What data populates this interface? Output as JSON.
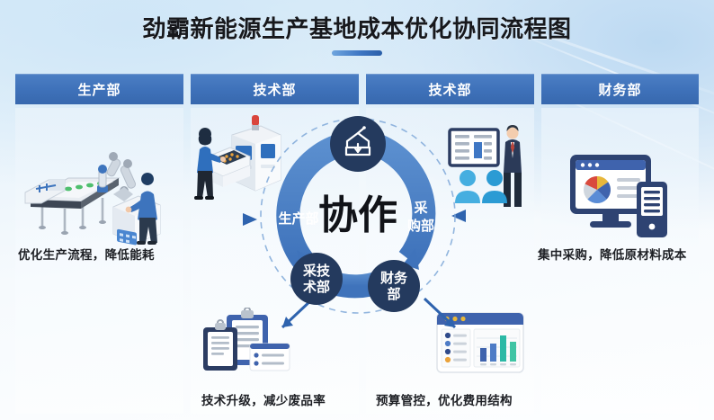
{
  "page": {
    "title": "劲霸新能源生产基地成本优化协同流程图",
    "accent_color": "#3768ae",
    "header_bg": "#4478be",
    "dark_circle_color": "#243a5e",
    "background_color": "#eaf4fb"
  },
  "columns": [
    {
      "id": "col-production",
      "label": "生产部"
    },
    {
      "id": "col-technology-1",
      "label": "技术部"
    },
    {
      "id": "col-technology-2",
      "label": "技术部"
    },
    {
      "id": "col-finance",
      "label": "财务部"
    }
  ],
  "captions": {
    "left": "优化生产流程，降低能耗",
    "right": "集中采购，降低原材料成本",
    "bottom_left": "技术升级，减少废品率",
    "bottom_right": "预算管控，优化费用结构"
  },
  "wheel": {
    "center_label": "协作",
    "segments": [
      {
        "id": "segment-production",
        "label": "生产部"
      },
      {
        "id": "segment-purchasing",
        "label": "采购部"
      }
    ],
    "nodes": [
      {
        "id": "node-factory",
        "label": "",
        "icon": "factory-icon"
      },
      {
        "id": "node-technology",
        "label_line1": "采技",
        "label_line2": "术部"
      },
      {
        "id": "node-finance",
        "label_line1": "财务",
        "label_line2": "部"
      }
    ]
  },
  "illustrations": [
    {
      "id": "production-line",
      "name": "production-line-illustration"
    },
    {
      "id": "cnc-machine",
      "name": "cnc-machine-illustration"
    },
    {
      "id": "meeting",
      "name": "meeting-presentation-illustration"
    },
    {
      "id": "finance-computer",
      "name": "finance-computer-illustration"
    },
    {
      "id": "clipboards",
      "name": "clipboard-checklist-illustration"
    },
    {
      "id": "dashboard",
      "name": "budget-dashboard-illustration"
    }
  ],
  "arrows": [
    {
      "id": "arrow-left-to-center",
      "direction": "right"
    },
    {
      "id": "arrow-right-to-center",
      "direction": "left"
    },
    {
      "id": "arrow-center-to-bottom-left",
      "direction": "down-left"
    },
    {
      "id": "arrow-center-to-bottom-right",
      "direction": "down-right"
    }
  ]
}
